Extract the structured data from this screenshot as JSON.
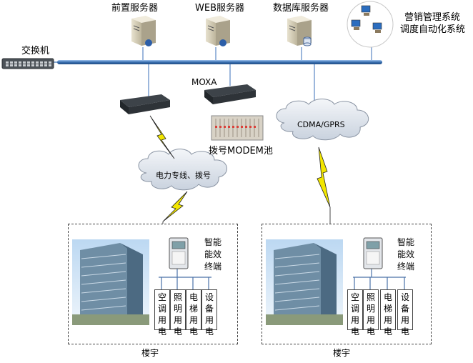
{
  "servers": {
    "front": "前置服务器",
    "web": "WEB服务器",
    "db": "数据库服务器"
  },
  "marketing": {
    "line1": "营销管理系统",
    "line2": "调度自动化系统"
  },
  "switch_label": "交换机",
  "moxa_label": "MOXA",
  "modem_label": "拨号MODEM池",
  "clouds": {
    "power": "电力专线、拨号",
    "cdma": "CDMA/GPRS"
  },
  "buildings": [
    {
      "terminal": [
        "智能",
        "能效",
        "终端"
      ],
      "circuits": [
        "空调用电",
        "照明用电",
        "电梯用电",
        "设备用电"
      ],
      "label": "楼宇"
    },
    {
      "terminal": [
        "智能",
        "能效",
        "终端"
      ],
      "circuits": [
        "空调用电",
        "照明用电",
        "电梯用电",
        "设备用电"
      ],
      "label": "楼宇"
    }
  ],
  "colors": {
    "bus": "#3a6fb0",
    "lightning": "#f2e600",
    "cloud": "#d9e0ea"
  }
}
